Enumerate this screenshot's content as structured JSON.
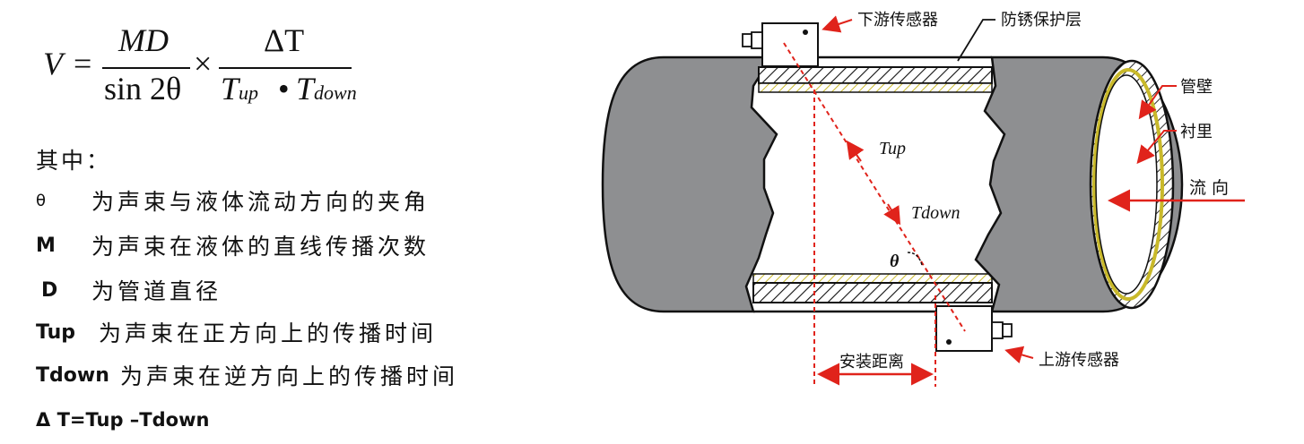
{
  "formula": {
    "lhs": "V",
    "eq": "=",
    "num1": "MD",
    "den1": "sin 2θ",
    "times": "×",
    "num2": "ΔT",
    "den2_a": "T",
    "den2_a_sub": "up",
    "den2_dot": "•",
    "den2_b": "T",
    "den2_b_sub": "down"
  },
  "intro": "其中：",
  "definitions": [
    {
      "symbol": "θ",
      "text": "为声束与液体流动方向的夹角"
    },
    {
      "symbol": "M",
      "text": "为声束在液体的直线传播次数"
    },
    {
      "symbol": "D",
      "text": "为管道直径"
    },
    {
      "symbol": "Tup",
      "text": "为声束在正方向上的传播时间"
    },
    {
      "symbol": "Tdown",
      "text": "为声束在逆方向上的传播时间"
    }
  ],
  "delta_formula": "Δ T=Tup –Tdown",
  "diagram": {
    "labels": {
      "downstream_sensor": "下游传感器",
      "rust_layer": "防锈保护层",
      "pipe_wall": "管壁",
      "lining": "衬里",
      "flow_direction": "流 向",
      "install_distance": "安装距离",
      "upstream_sensor": "上游传感器",
      "tup": "Tup",
      "tdown": "Tdown",
      "theta": "θ"
    },
    "colors": {
      "pipe_gray": "#8e8f91",
      "outline": "#111111",
      "beam_red": "#e0231b",
      "lining_yellow": "#c9b92a"
    }
  }
}
